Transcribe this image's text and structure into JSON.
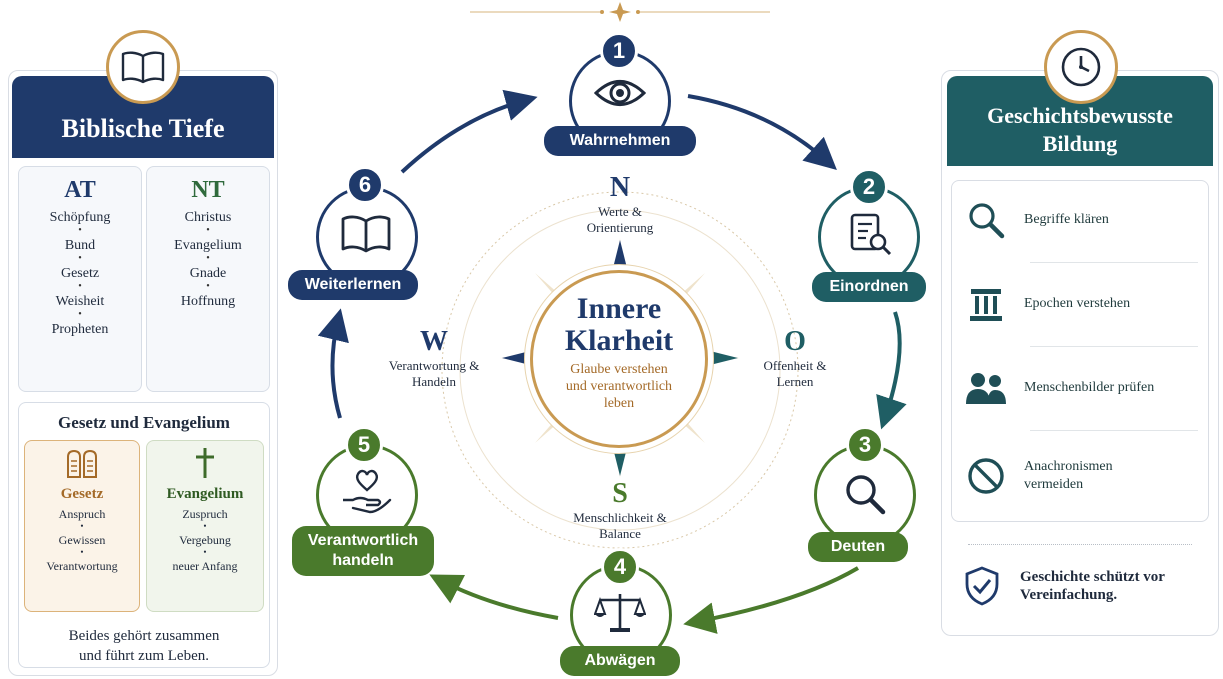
{
  "left_panel": {
    "title": "Biblische Tiefe",
    "icon": "open-book-icon",
    "at": {
      "heading": "AT",
      "items": [
        "Schöpfung",
        "Bund",
        "Gesetz",
        "Weisheit",
        "Propheten"
      ]
    },
    "nt": {
      "heading": "NT",
      "items": [
        "Christus",
        "Evangelium",
        "Gnade",
        "Hoffnung"
      ]
    },
    "law_gospel": {
      "heading": "Gesetz und Evangelium",
      "gesetz": {
        "heading": "Gesetz",
        "icon": "tablets-icon",
        "items": [
          "Anspruch",
          "Gewissen",
          "Verantwortung"
        ]
      },
      "evangelium": {
        "heading": "Evangelium",
        "icon": "cross-icon",
        "items": [
          "Zuspruch",
          "Vergebung",
          "neuer Anfang"
        ]
      },
      "footer_line1": "Beides gehört zusammen",
      "footer_line2": "und führt zum Leben."
    }
  },
  "cycle": {
    "steps": [
      {
        "number": "1",
        "label": "Wahrnehmen",
        "icon": "eye-icon",
        "color": "#1f3a6b"
      },
      {
        "number": "2",
        "label": "Einordnen",
        "icon": "document-search-icon",
        "color": "#1f5e64"
      },
      {
        "number": "3",
        "label": "Deuten",
        "icon": "magnifier-icon",
        "color": "#4a7a2c"
      },
      {
        "number": "4",
        "label": "Abwägen",
        "icon": "scales-icon",
        "color": "#4a7a2c"
      },
      {
        "number": "5",
        "label_line1": "Verantwortlich",
        "label_line2": "handeln",
        "icon": "heart-hand-icon",
        "color": "#4a7a2c"
      },
      {
        "number": "6",
        "label": "Weiterlernen",
        "icon": "open-book-icon",
        "color": "#1f3a6b"
      }
    ]
  },
  "compass": {
    "center_title_line1": "Innere",
    "center_title_line2": "Klarheit",
    "center_sub_line1": "Glaube verstehen",
    "center_sub_line2": "und verantwortlich",
    "center_sub_line3": "leben",
    "north": {
      "letter": "N",
      "line1": "Werte &",
      "line2": "Orientierung"
    },
    "east": {
      "letter": "O",
      "line1": "Offenheit &",
      "line2": "Lernen"
    },
    "south": {
      "letter": "S",
      "line1": "Menschlichkeit &",
      "line2": "Balance"
    },
    "west": {
      "letter": "W",
      "line1": "Verantwortung &",
      "line2": "Handeln"
    }
  },
  "right_panel": {
    "title_line1": "Geschichtsbewusste",
    "title_line2": "Bildung",
    "icon": "clock-icon",
    "items": [
      {
        "label": "Begriffe klären",
        "icon": "magnifier-icon"
      },
      {
        "label": "Epochen verstehen",
        "icon": "column-icon"
      },
      {
        "label": "Menschenbilder prüfen",
        "icon": "people-icon"
      },
      {
        "label_line1": "Anachronismen",
        "label_line2": "vermeiden",
        "icon": "prohibited-icon"
      }
    ],
    "footer_line1": "Geschichte schützt vor",
    "footer_line2": "Vereinfachung.",
    "footer_icon": "shield-check-icon"
  },
  "colors": {
    "navy": "#1f3a6b",
    "teal": "#1f5e64",
    "green": "#4a7a2c",
    "gold": "#c99a52",
    "brown": "#a46a28"
  }
}
